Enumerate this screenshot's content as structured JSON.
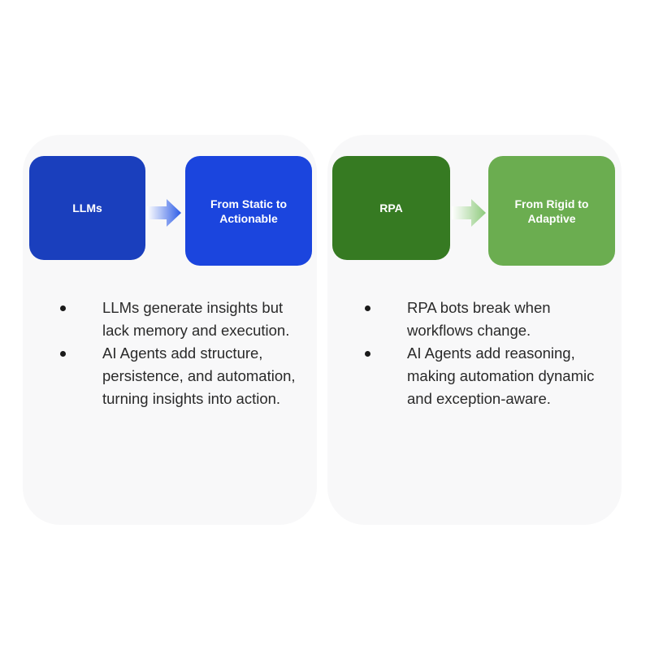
{
  "left_panel": {
    "source_label": "LLMs",
    "target_label": "From Static to Actionable",
    "colors": {
      "source": "#1a3fbd",
      "target": "#1b45de",
      "arrow": "#2a5ae6"
    },
    "bullets": [
      "LLMs generate insights but lack memory and execution.",
      "AI Agents add structure, persistence, and automation, turning insights into action."
    ]
  },
  "right_panel": {
    "source_label": "RPA",
    "target_label": "From Rigid to Adaptive",
    "colors": {
      "source": "#367a22",
      "target": "#6bad50",
      "arrow": "#8cc97a"
    },
    "bullets": [
      "RPA bots break when workflows change.",
      "AI Agents add reasoning, making automation dynamic and exception-aware."
    ]
  }
}
